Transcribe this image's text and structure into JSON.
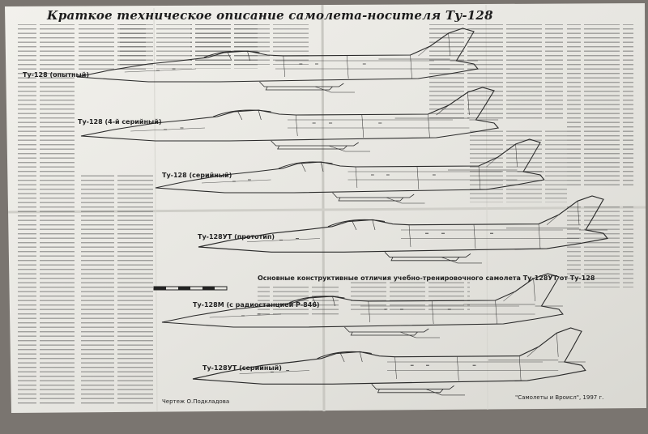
{
  "sheet": {
    "title": "Краткое техническое описание самолета-носителя Ту-128",
    "subheading": "Основные конструктивные отличия учебно-тренировочного самолета Ту-128УТ от Ту-128",
    "author_credit": "Чертеж О.Подкладова",
    "publisher_credit": "\"Самолеты и Вроисл\", 1997 г.",
    "aircraft_labels": [
      "Ту-128 (опытный)",
      "Ту-128 (4-й серийный)",
      "Ту-128 (серийный)",
      "Ту-128УТ (прототип)",
      "Ту-128М (с радиостанцией Р-846)",
      "Ту-128УТ (серийный)"
    ]
  },
  "colors": {
    "background": "#7a7570",
    "paper": "#e9e8e3",
    "ink": "#2a2a2a"
  }
}
